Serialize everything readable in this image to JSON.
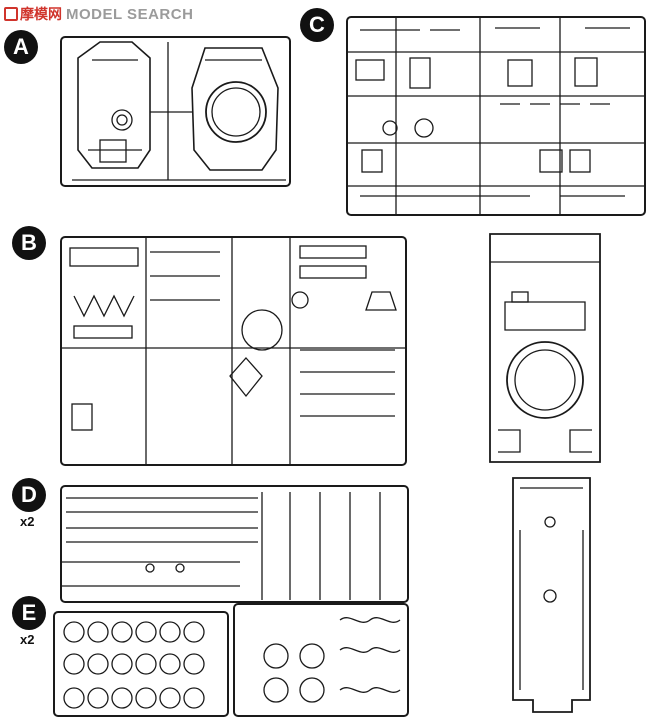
{
  "watermark": {
    "logo_text": "摩模网",
    "text": "MODEL SEARCH"
  },
  "sprues": [
    {
      "letter": "A",
      "multiplier": ""
    },
    {
      "letter": "B",
      "multiplier": ""
    },
    {
      "letter": "C",
      "multiplier": ""
    },
    {
      "letter": "D",
      "multiplier": "x2"
    },
    {
      "letter": "E",
      "multiplier": "x2"
    }
  ],
  "colors": {
    "ink": "#1a1a1a",
    "paper": "#ffffff",
    "badge": "#111111",
    "watermark_red": "#d0342c",
    "watermark_gray": "#9b9b9b"
  }
}
